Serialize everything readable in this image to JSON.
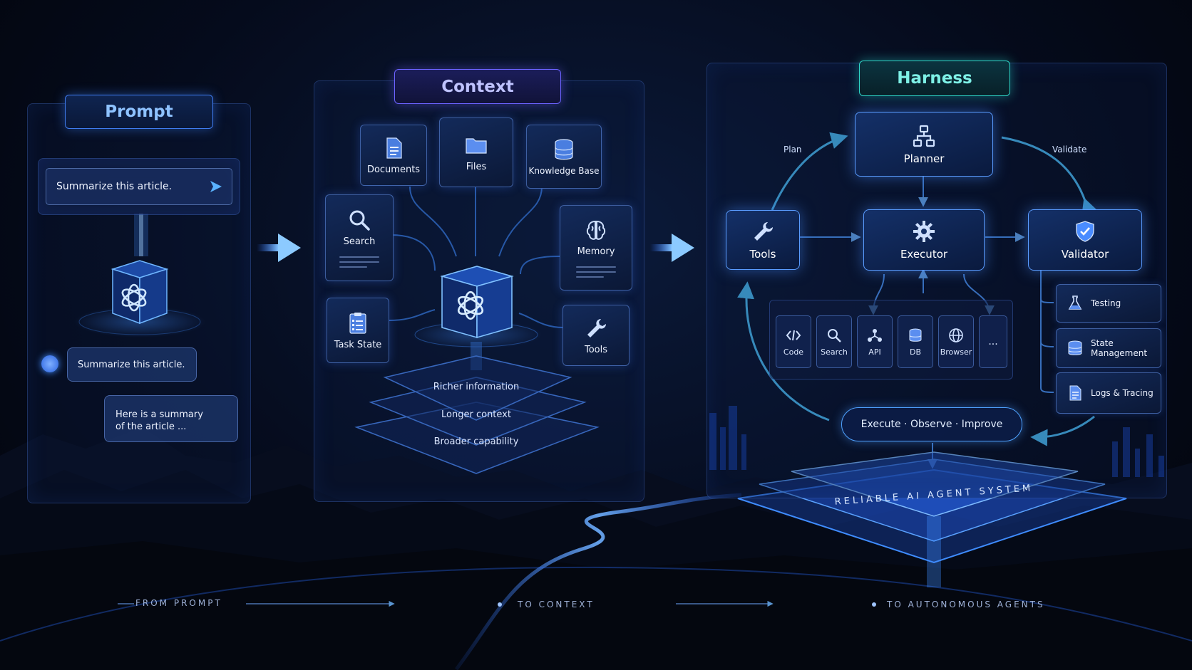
{
  "prompt": {
    "title": "Prompt",
    "input_text": "Summarize this article.",
    "user_message": "Summarize this article.",
    "assistant_reply_line1": "Here is a summary",
    "assistant_reply_line2": "of the article ..."
  },
  "context": {
    "title": "Context",
    "sources": {
      "documents": "Documents",
      "files": "Files",
      "knowledge_base": "Knowledge Base",
      "search": "Search",
      "memory": "Memory",
      "task_state": "Task State",
      "tools": "Tools"
    },
    "layers": [
      "Richer information",
      "Longer context",
      "Broader capability"
    ]
  },
  "harness": {
    "title": "Harness",
    "planner": "Planner",
    "executor": "Executor",
    "validator": "Validator",
    "tools": "Tools",
    "edge_plan": "Plan",
    "edge_validate": "Validate",
    "tool_cells": [
      "Code",
      "Search",
      "API",
      "DB",
      "Browser",
      "..."
    ],
    "validator_items": [
      {
        "line1": "Testing",
        "line2": ""
      },
      {
        "line1": "State",
        "line2": "Management"
      },
      {
        "line1": "Logs & Tracing",
        "line2": ""
      }
    ],
    "loop": "Execute · Observe · Improve",
    "platform": "RELIABLE AI AGENT SYSTEM"
  },
  "captions": [
    "FROM PROMPT",
    "TO CONTEXT",
    "TO AUTONOMOUS AGENTS"
  ],
  "colors": {
    "accent": "#3f8cff",
    "violet": "#6c63ff",
    "cyan": "#2fd6c8",
    "background": "#03060f"
  }
}
